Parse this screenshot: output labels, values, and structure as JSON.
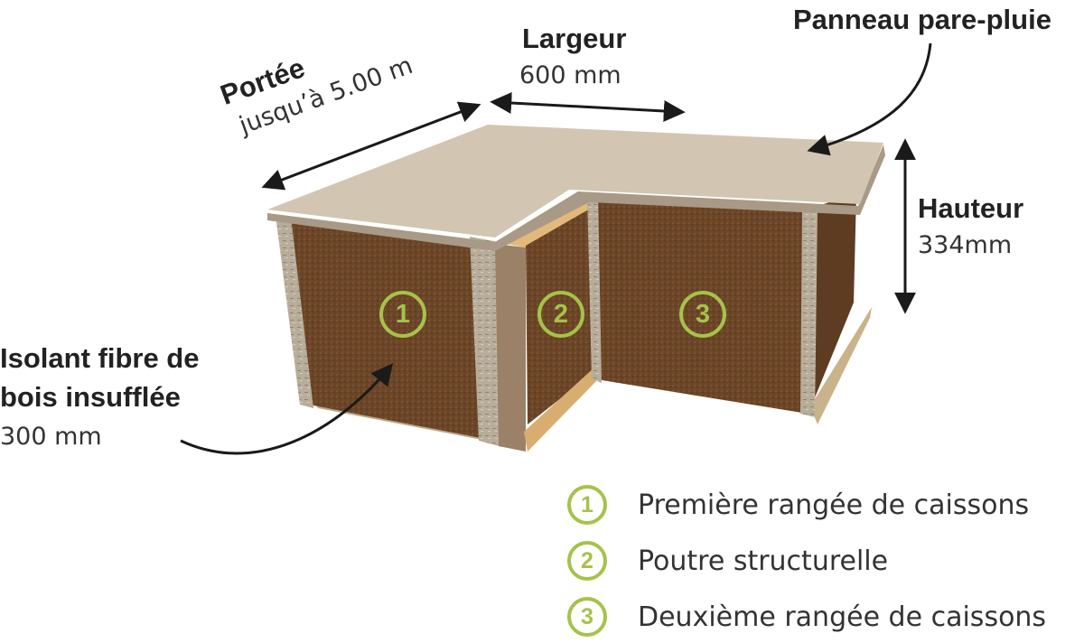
{
  "labels": {
    "portee": {
      "title": "Portée",
      "value": "jusqu’à 5.00 m"
    },
    "largeur": {
      "title": "Largeur",
      "value": "600 mm"
    },
    "panneau": {
      "title": "Panneau pare-pluie"
    },
    "hauteur": {
      "title": "Hauteur",
      "value": "334mm"
    },
    "isolant": {
      "line1": "Isolant fibre de",
      "line2": "bois insufflée",
      "value": "300 mm"
    }
  },
  "badges": [
    "1",
    "2",
    "3"
  ],
  "legend": [
    {
      "number": "1",
      "text": "Première rangée de caissons"
    },
    {
      "number": "2",
      "text": "Poutre structurelle"
    },
    {
      "number": "3",
      "text": "Deuxième rangée de caissons"
    }
  ],
  "colors": {
    "accent": "#a6c24a",
    "insulation": "#6b4527",
    "board": "#cfc2ae"
  }
}
